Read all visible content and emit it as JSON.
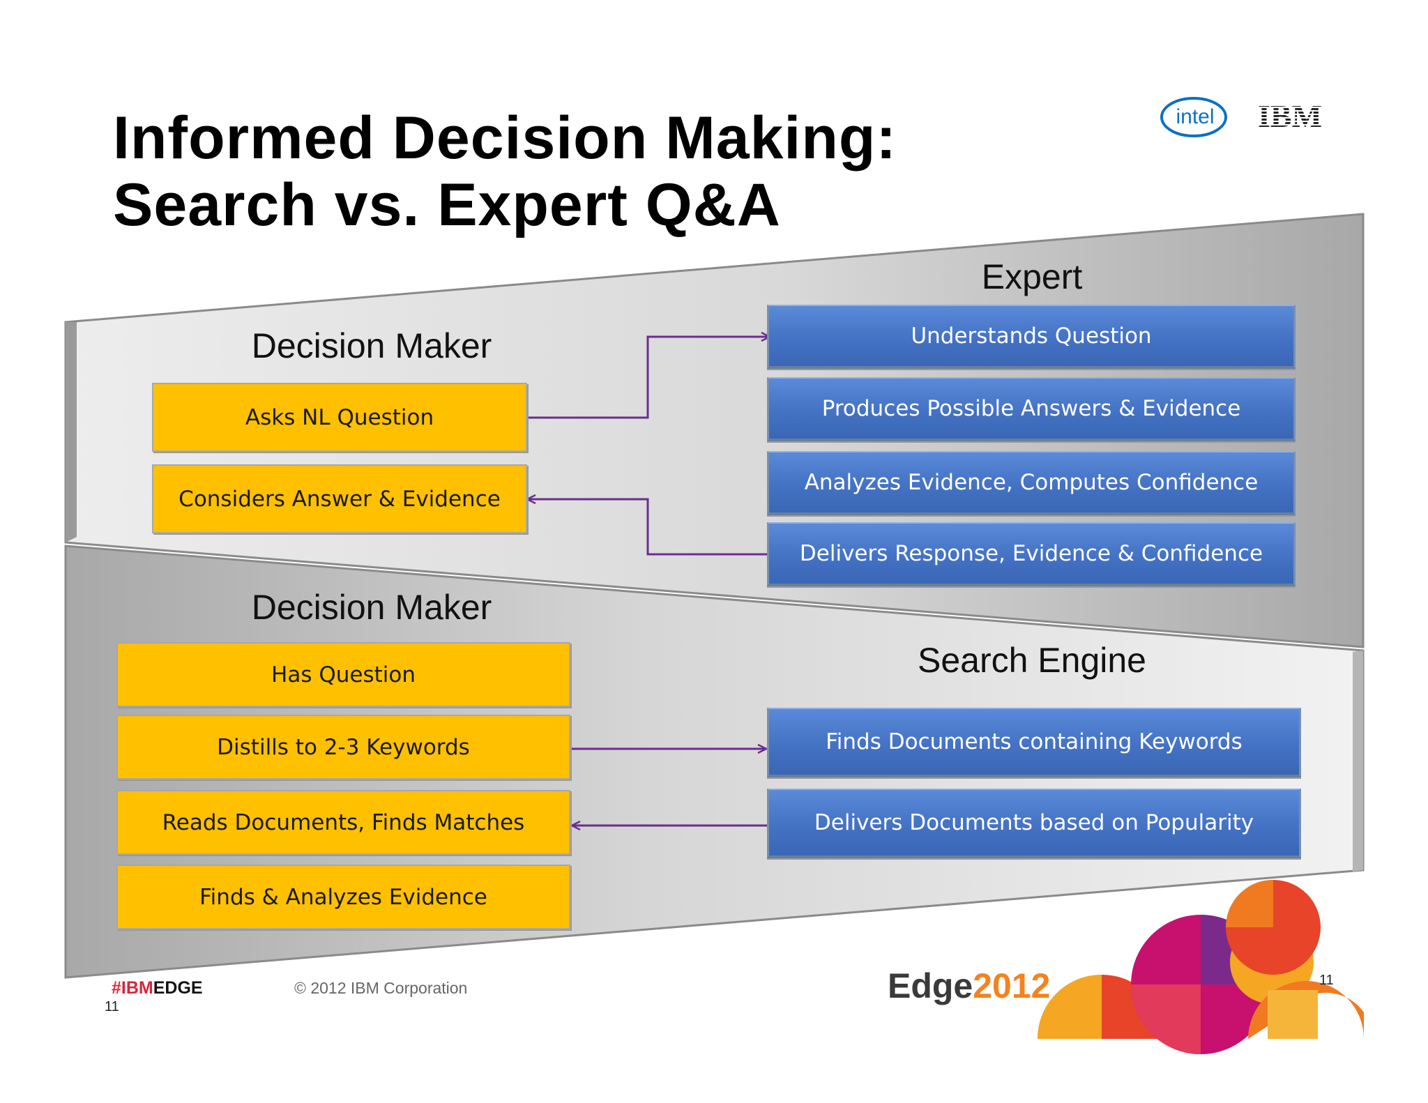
{
  "title": {
    "line1": "Informed Decision Making:",
    "line2": "Search vs. Expert Q&A"
  },
  "logos": {
    "intel": "intel",
    "ibm": "IBM"
  },
  "expert_panel": {
    "left_heading": "Decision Maker",
    "right_heading": "Expert",
    "left_steps": [
      "Asks NL Question",
      "Considers Answer & Evidence"
    ],
    "right_steps": [
      "Understands Question",
      "Produces Possible Answers & Evidence",
      "Analyzes Evidence, Computes Confidence",
      "Delivers Response, Evidence & Confidence"
    ]
  },
  "search_panel": {
    "left_heading": "Decision Maker",
    "right_heading": "Search Engine",
    "left_steps": [
      "Has Question",
      "Distills to 2-3 Keywords",
      "Reads Documents, Finds Matches",
      "Finds & Analyzes Evidence"
    ],
    "right_steps": [
      "Finds Documents containing Keywords",
      "Delivers Documents based on Popularity"
    ]
  },
  "footer": {
    "hashtag_red": "#IBM",
    "hashtag_black": "EDGE",
    "copyright": "© 2012 IBM Corporation",
    "page_number_left": "11",
    "page_number_right": "11",
    "edge_logo_a": "Edge",
    "edge_logo_b": "2012"
  },
  "colors": {
    "decision_maker_box": "#FFC000",
    "system_box": "#4472C4",
    "arrow": "#6B2D8F",
    "panel_light": "#e6e6e6",
    "panel_dark": "#bdbdbd"
  }
}
